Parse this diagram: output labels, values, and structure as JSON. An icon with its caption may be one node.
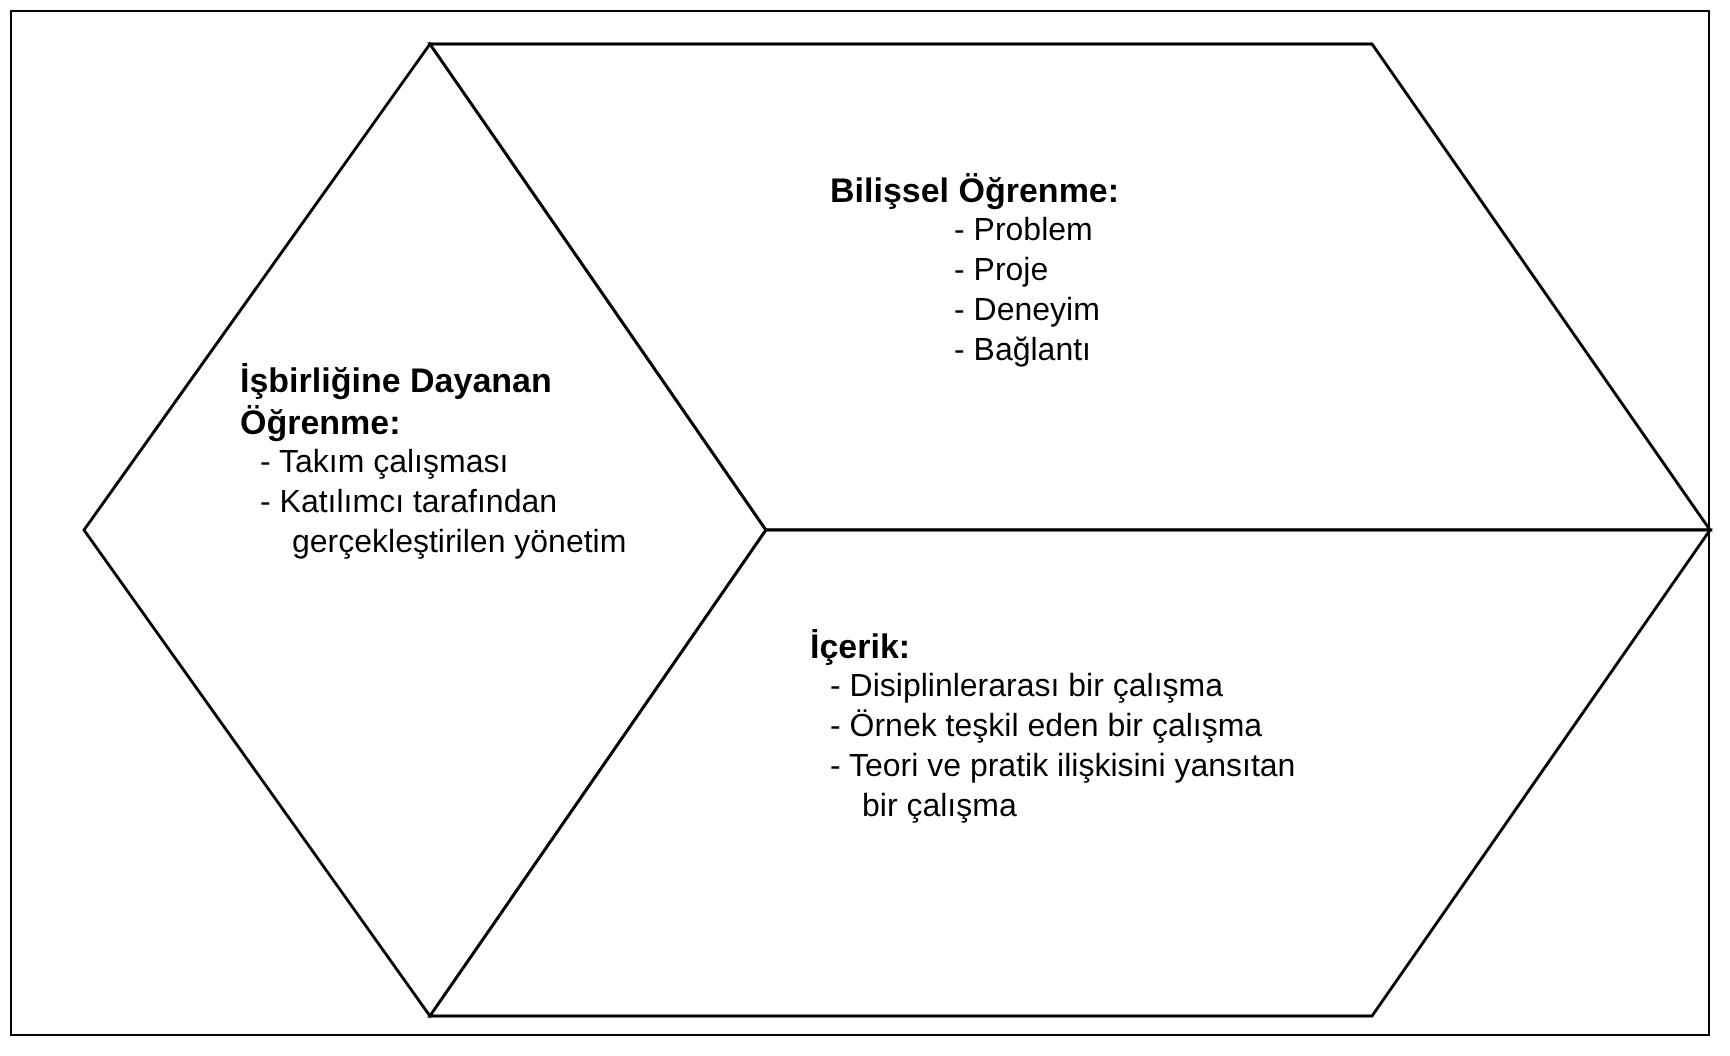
{
  "diagram": {
    "nodes": [
      {
        "text": [
          "İşbirliğine Dayanan Öğrenme:",
          "- Takım çalışması",
          "- Katılımcı tarafından gerçekleştirilen yönetim"
        ]
      },
      {
        "text": [
          "Bilişsel Öğrenme:",
          "- Problem",
          "- Proje",
          "- Deneyim",
          "- Bağlantı"
        ]
      },
      {
        "text": [
          "İçerik:",
          "- Disiplinlerarası bir çalışma",
          "- Örnek teşkil eden bir çalışma",
          "- Teori ve pratik ilişkisini yansıtan bir çalışma"
        ]
      }
    ],
    "edges": []
  }
}
